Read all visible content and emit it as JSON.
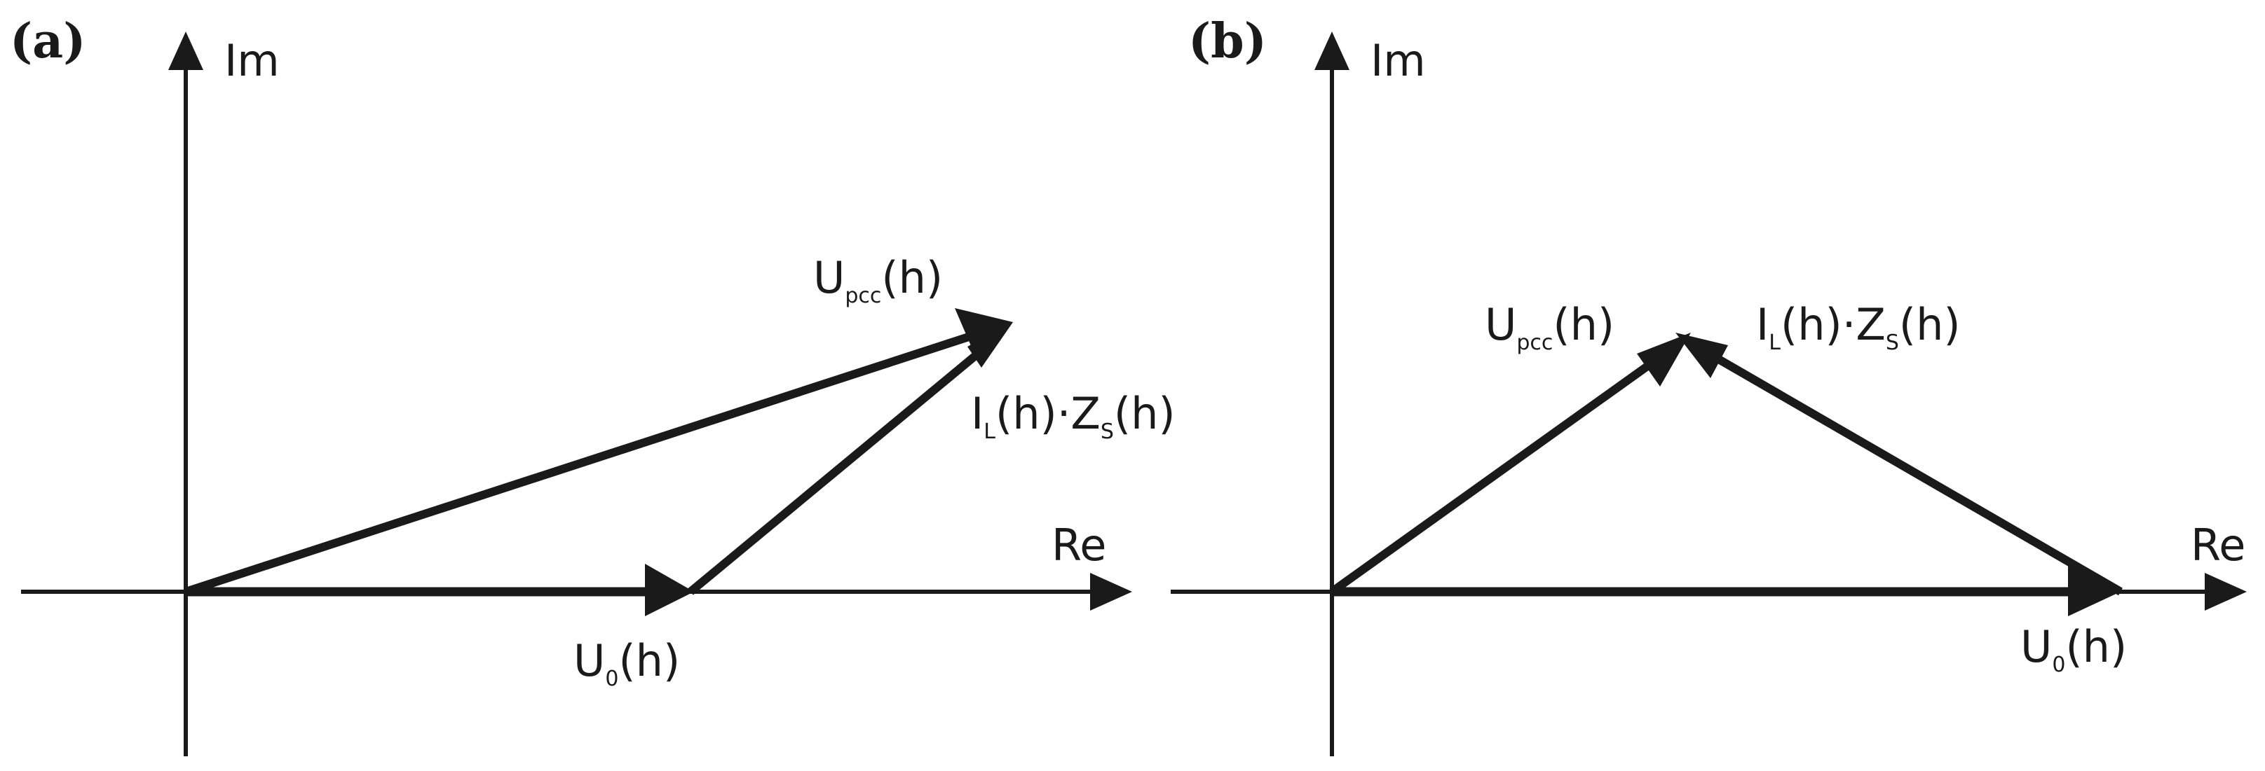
{
  "colors": {
    "ink": "#1a1a1a",
    "background": "#ffffff"
  },
  "panels": [
    {
      "label": "(a)",
      "axes": {
        "x": "Re",
        "y": "Im"
      },
      "vectors": {
        "u0": {
          "main": "U",
          "sub": "0",
          "tail": "(h)"
        },
        "upcc": {
          "main": "U",
          "sub": "pcc",
          "tail": "(h)"
        },
        "il": {
          "main1": "I",
          "sub1": "L",
          "mid": "(h)·Z",
          "sub2": "S",
          "tail": "(h)"
        }
      }
    },
    {
      "label": "(b)",
      "axes": {
        "x": "Re",
        "y": "Im"
      },
      "vectors": {
        "u0": {
          "main": "U",
          "sub": "0",
          "tail": "(h)"
        },
        "upcc": {
          "main": "U",
          "sub": "pcc",
          "tail": "(h)"
        },
        "il": {
          "main1": "I",
          "sub1": "L",
          "mid": "(h)·Z",
          "sub2": "S",
          "tail": "(h)"
        }
      }
    }
  ]
}
